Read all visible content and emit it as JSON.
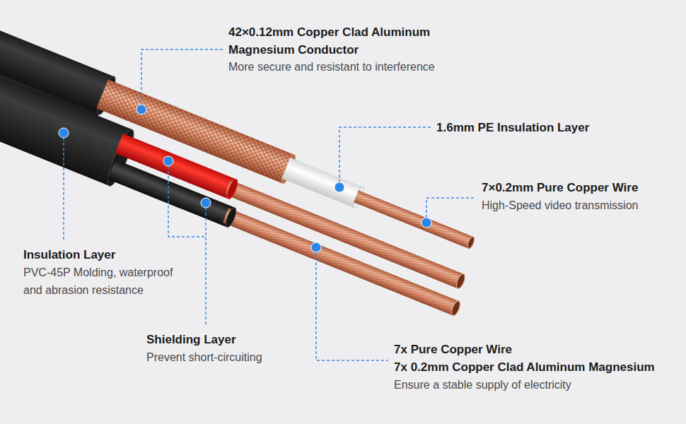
{
  "diagram": {
    "labels": [
      "42×0.12mm Copper Clad Aluminum Magnesium Conductor",
      "More secure and resistant to interference",
      "1.6mm PE Insulation Layer",
      "7×0.2mm Pure Copper Wire",
      "High-Speed video transmission",
      "Insulation Layer",
      "PVC-45P Molding, waterproof and abrasion resistance",
      "Shielding Layer",
      "Prevent short-circuiting",
      "7x Pure Copper Wire",
      "7x 0.2mm Copper Clad Aluminum Magnesium",
      "Ensure a stable supply of electricity"
    ]
  }
}
